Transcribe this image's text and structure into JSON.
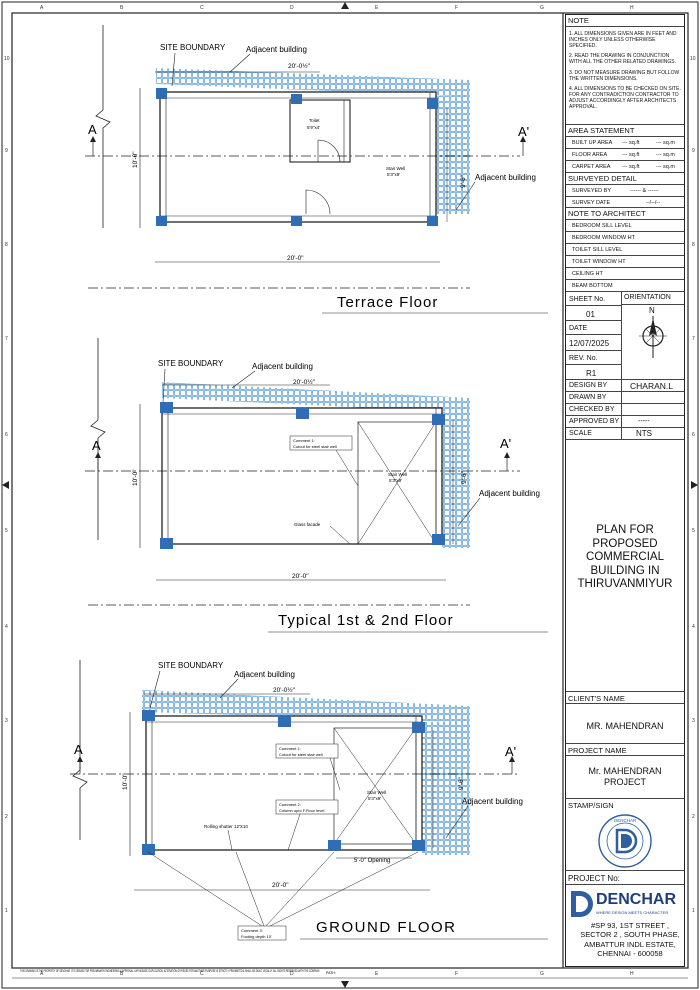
{
  "border": {
    "col_labels": [
      "A",
      "B",
      "C",
      "D",
      "E",
      "F",
      "G",
      "H"
    ],
    "row_labels": [
      "10",
      "9",
      "8",
      "7",
      "6",
      "5",
      "4",
      "3",
      "2",
      "1"
    ]
  },
  "plans": {
    "terrace": {
      "title": "Terrace Floor",
      "site_boundary": "SITE BOUNDARY",
      "adjacent_top": "Adjacent building",
      "adjacent_right": "Adjacent building",
      "width_top": "20'-0½\"",
      "width_bottom": "20'-0\"",
      "depth_left": "10'-0\"",
      "depth_right": "9'-6\"",
      "toilet": "Toilet",
      "toilet_size": "5'9\"x4'",
      "stair": "Stair Well",
      "stair_size": "5'3\"x9'",
      "section_left": "A",
      "section_right": "A'"
    },
    "typical": {
      "title": "Typical 1st & 2nd Floor",
      "site_boundary": "SITE BOUNDARY",
      "adjacent_top": "Adjacent building",
      "adjacent_right": "Adjacent building",
      "width_top": "20'-0½\"",
      "width_bottom": "20'-0\"",
      "depth_left": "10'-0\"",
      "depth_right": "9'-6\"",
      "comment_title": "Comment 1:",
      "comment_text": "Cutout for steel stair well",
      "stair": "Stair Well",
      "stair_size": "5'3\"x9'",
      "glass": "Glass facade",
      "section_left": "A",
      "section_right": "A'"
    },
    "ground": {
      "title": "GROUND FLOOR",
      "site_boundary": "SITE BOUNDARY",
      "adjacent_top": "Adjacent building",
      "adjacent_right": "Adjacent building",
      "width_top": "20'-0½\"",
      "width_bottom": "20'-0\"",
      "depth_left": "10'-0\"",
      "depth_right": "9'-6\"",
      "comment1_title": "Comment 1:",
      "comment1_text": "Cutout for steel stair well",
      "comment2_title": "Comment 2:",
      "comment2_text": "Column upto F.Floor level",
      "comment3_title": "Comment 3:",
      "comment3_text": "Footing depth 10'",
      "rolling": "Rolling shutter 12'X10",
      "opening": "5'-0\" Opening",
      "stair": "Stair Well",
      "stair_size": "5'3\"x9'",
      "section_left": "A",
      "section_right": "A'"
    }
  },
  "title_block": {
    "note_header": "NOTE",
    "notes": [
      "1. ALL DIMENSIONS GIVEN ARE IN FEET AND INCHES ONLY UNLESS OTHERWISE SPECIFIED.",
      "2. READ THE DRAWING IN CONJUNCTION WITH ALL THE OTHER RELATED DRAWINGS.",
      "3. DO NOT MEASURE DRAWING BUT FOLLOW THE WRITTEN DIMENSIONS.",
      "4. ALL DIMENSIONS TO BE CHECKED ON SITE. FOR ANY CONTRADICTION CONTRACTOR TO ADJUST ACCORDINGLY AFTER ARCHITECTS APPROVAL."
    ],
    "area_header": "AREA STATEMENT",
    "area_rows": [
      {
        "label": "BUILT UP AREA",
        "sqft": "--- sq.ft",
        "sqm": "--- sq.m"
      },
      {
        "label": "FLOOR AREA",
        "sqft": "--- sq.ft",
        "sqm": "--- sq.m"
      },
      {
        "label": "CARPET AREA",
        "sqft": "--- sq.ft",
        "sqm": "--- sq.m"
      }
    ],
    "survey_header": "SURVEYED DETAIL",
    "surveyed_by_label": "SURVEYED BY",
    "surveyed_by_value": "------ & ------",
    "survey_date_label": "SURVEY DATE",
    "survey_date_value": "--/--/--",
    "architect_header": "NOTE TO ARCHITECT",
    "architect_rows": [
      "BEDROOM SILL LEVEL",
      "BEDROOM WINDOW HT",
      "TOILET SILL LEVEL",
      "TOILET WINDOW HT",
      "CEILING HT",
      "BEAM BOTTOM"
    ],
    "sheet_no_label": "SHEET No.",
    "sheet_no": "01",
    "date_label": "DATE",
    "date": "12/07/2025",
    "rev_label": "REV. No.",
    "rev": "R1",
    "orientation_label": "ORIENTATION",
    "north": "N",
    "design_by_label": "DESIGN BY",
    "design_by": "CHARAN.L",
    "drawn_by_label": "DRAWN BY",
    "checked_by_label": "CHECKED BY",
    "approved_by_label": "APPROVED BY",
    "approved_by": "-----",
    "scale_label": "SCALE",
    "scale": "NTS",
    "title_lines": [
      "PLAN FOR",
      "PROPOSED",
      "COMMERCIAL",
      "BUILDING IN",
      "THIRUVANMIYUR"
    ],
    "client_label": "CLIENT'S NAME",
    "client": "MR. MAHENDRAN",
    "project_label": "PROJECT NAME",
    "project_lines": [
      "Mr. MAHENDRAN",
      "PROJECT"
    ],
    "stamp_label": "STAMP/SIGN",
    "stamp_text": "DENCHAR",
    "project_no_label": "PROJECT No:",
    "firm_name": "DENCHAR",
    "firm_tagline": "WHERE DESIGN MEETS CHARACTER",
    "address_lines": [
      "#SP 93, 1ST STREET ,",
      "SECTOR 2 , SOUTH PHASE,",
      "AMBATTUR INDL ESTATE,",
      "CHENNAI - 600058"
    ],
    "footer_disclaimer": "THIS DRAWING IS THE PROPERTY OF DENCHAR. IT IS ISSUED FOR PRELIMINARY ENGINEERING & APPROVAL. ANY MISUSE, DUPLICATION, ALTERATION OR REUSE FOR ANOTHER PURPOSE IS STRICTLY PROHIBITED & SHALL BE DEALT LEGALLY. ALL RIGHTS RESERVED WITH THE COMPANY.",
    "footer_path": "PATH:"
  },
  "colors": {
    "hatch": "#6ea8d8",
    "column": "#2f6db5",
    "line": "#222222"
  }
}
